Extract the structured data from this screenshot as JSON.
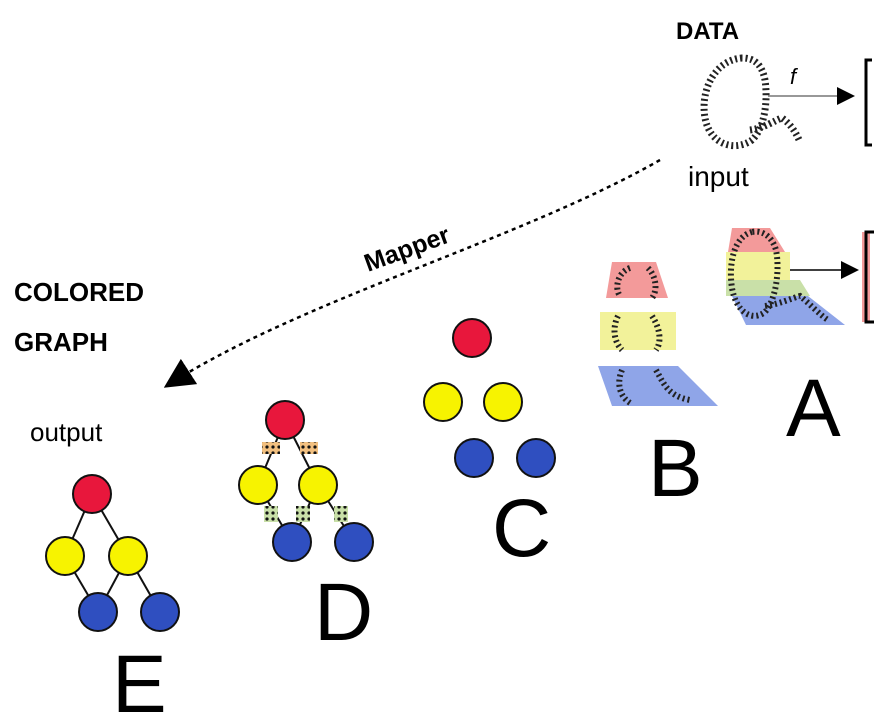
{
  "labels": {
    "data": "DATA",
    "function": "f",
    "input": "input",
    "mapper": "Mapper",
    "colored": "COLORED",
    "graph": "GRAPH",
    "output": "output"
  },
  "steps": [
    "A",
    "B",
    "C",
    "D",
    "E"
  ],
  "colors": {
    "red": "#e8173c",
    "yellow": "#f7f300",
    "blue": "#2f4fc0",
    "band_red": "#f39a9a",
    "band_yellow": "#f2f29a",
    "band_green": "#c9e0a8",
    "band_blue": "#8fa5e8",
    "outline": "#111111"
  }
}
